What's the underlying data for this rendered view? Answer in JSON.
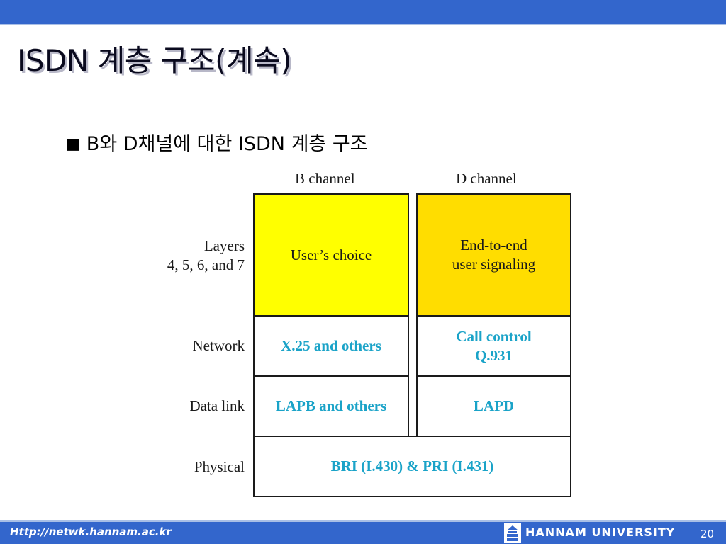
{
  "slide": {
    "title": "ISDN 계층 구조(계속)",
    "bullet_marker": "■",
    "bullet": "B와 D채널에 대한 ISDN 계층 구조"
  },
  "diagram": {
    "columns": [
      "B channel",
      "D channel"
    ],
    "rows": [
      {
        "label": "Layers\n4, 5, 6, and 7"
      },
      {
        "label": "Network"
      },
      {
        "label": "Data link"
      },
      {
        "label": "Physical"
      }
    ],
    "cells": {
      "b_upper": "User’s choice",
      "d_upper": "End-to-end\nuser signaling",
      "b_network": "X.25 and others",
      "d_network": "Call control\nQ.931",
      "b_datalink": "LAPB and others",
      "d_datalink": "LAPD",
      "physical": "BRI (I.430) & PRI (I.431)"
    },
    "colors": {
      "b_upper_fill": "#ffff00",
      "d_upper_fill": "#ffdd00",
      "accent_text": "#1aa3c8"
    }
  },
  "footer": {
    "url": "Http://netwk.hannam.ac.kr",
    "university": "HANNAM UNIVERSITY",
    "page_number": "20",
    "logo_icon": "hannam-university-logo-icon"
  }
}
